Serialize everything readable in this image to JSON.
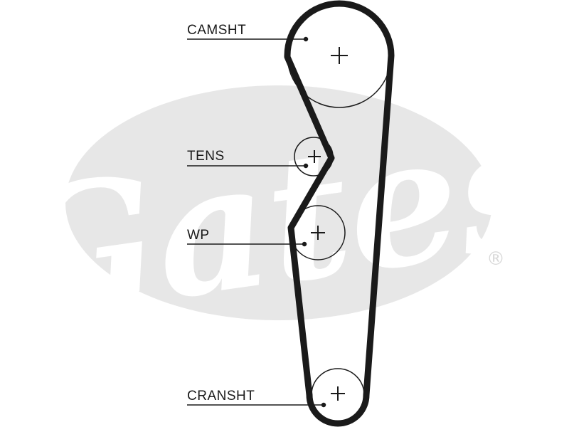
{
  "logo": {
    "brand": "Gates",
    "registered_mark": "®",
    "colors": {
      "ellipse": "#e7e7e7",
      "lettering": "#ffffff",
      "mark": "#d8d8d8"
    }
  },
  "belt": {
    "color": "#1a1a1a"
  },
  "pulleys": [
    {
      "id": "camshaft",
      "label": "CAMSHT"
    },
    {
      "id": "tensioner",
      "label": "TENS"
    },
    {
      "id": "water-pump",
      "label": "WP"
    },
    {
      "id": "crankshaft",
      "label": "CRANSHT"
    }
  ]
}
